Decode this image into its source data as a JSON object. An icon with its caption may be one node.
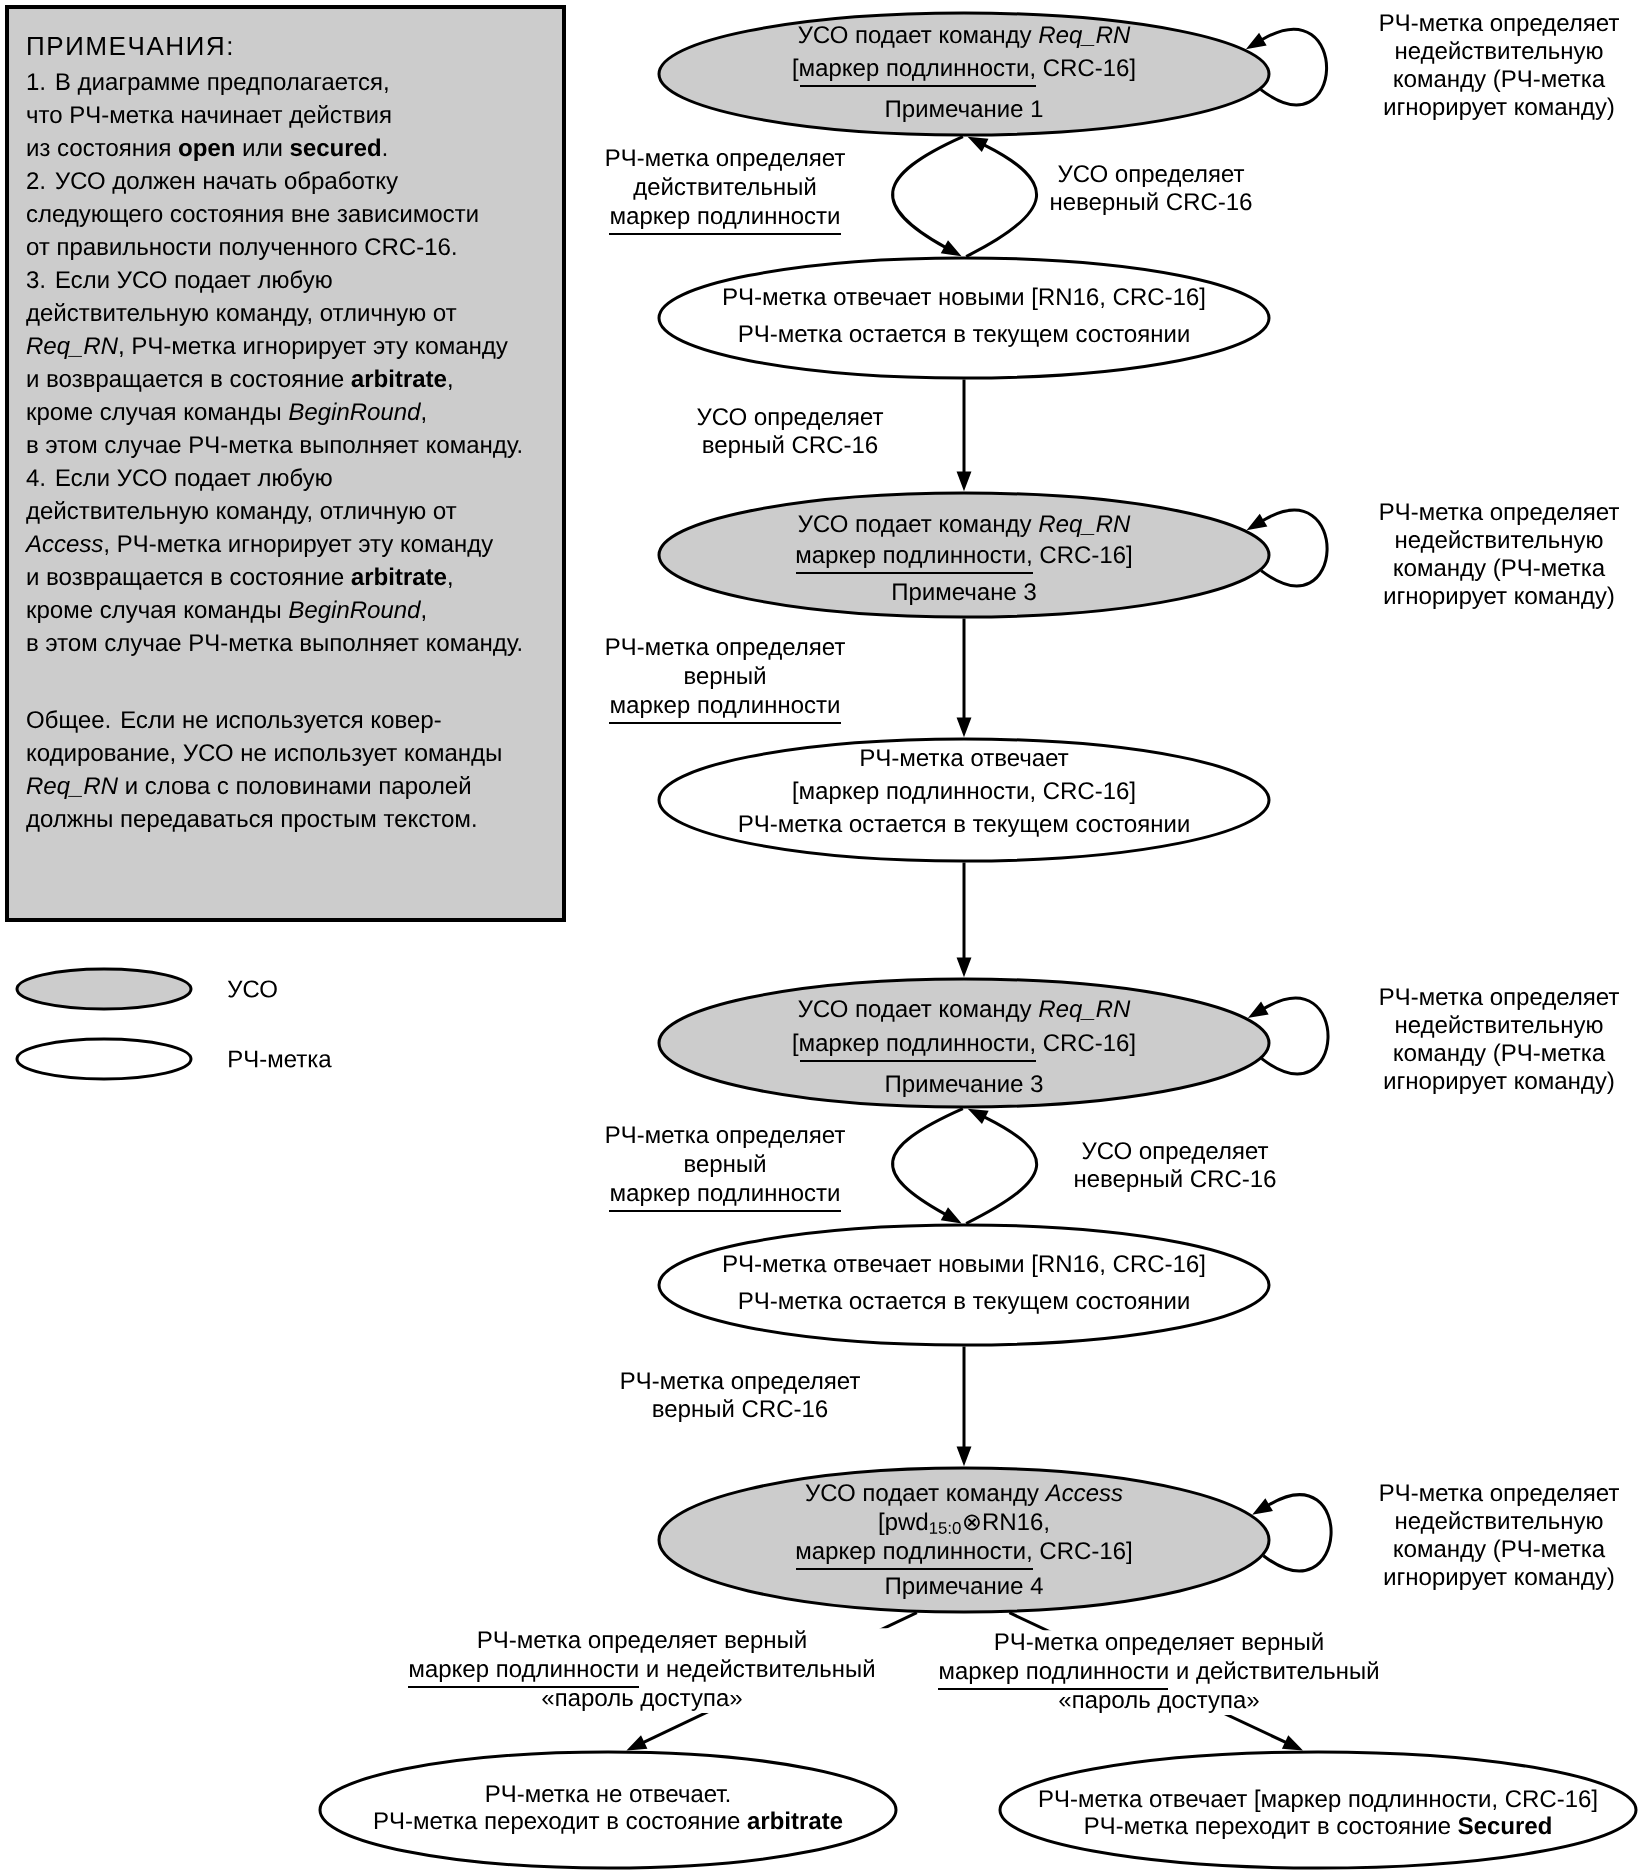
{
  "diagram": {
    "nodes": [
      {
        "text": [
          "ПРИМЕЧАНИЯ:",
          "1. В диаграмме предполагается, что РЧ-метка начинает действия из состояния **open** или **secured**.",
          "2. УСО должен начать обработку следующего состояния вне зависимости от правильности полученного CRC-16.",
          "3. Если УСО подает любую действительную команду, отличную от *Req_RN*, РЧ-метка игнорирует эту команду и возвращается в состояние **arbitrate**, кроме случая команды *BeginRound*, в этом случае РЧ-метка выполняет команду.",
          "4. Если УСО подает любую действительную команду, отличную от *Access*, РЧ-метка игнорирует эту команду и возвращается в состояние **arbitrate**, кроме случая команды *BeginRound*, в этом случае РЧ-метка выполняет команду.",
          "Общее. Если не используется ковер-кодирование, УСО не использует команды *Req_RN* и слова с половинами паролей должны передаваться простым текстом."
        ]
      },
      {
        "text": [
          "УСО подает команду *Req_RN* [маркер подлинности, CRC-16]",
          "Примечание 1"
        ]
      },
      {
        "text": [
          "РЧ-метка отвечает новыми [RN16, CRC-16]",
          "РЧ-метка остается в текущем состоянии"
        ]
      },
      {
        "text": [
          "УСО подает команду *Req_RN* маркер подлинности, CRC-16]",
          "Примечане 3"
        ]
      },
      {
        "text": [
          "РЧ-метка отвечает [маркер подлинности, CRC-16]",
          "РЧ-метка остается в текущем состоянии"
        ]
      },
      {
        "text": [
          "УСО подает команду *Req_RN* [маркер подлинности, CRC-16]",
          "Примечание 3"
        ]
      },
      {
        "text": [
          "РЧ-метка отвечает новыми [RN16, CRC-16]",
          "РЧ-метка остается в текущем состоянии"
        ]
      },
      {
        "text": [
          "УСО подает команду *Access* [pwd$_{15:0}$⊗RN16, маркер подлинности, CRC-16]",
          "Примечание 4"
        ]
      },
      {
        "text": [
          "РЧ-метка не отвечает.",
          "РЧ-метка переходит в состояние **arbitrate**"
        ]
      },
      {
        "text": [
          "РЧ-метка отвечает [маркер подлинности, CRC-16]",
          "РЧ-метка переходит в состояние **Secured**"
        ]
      }
    ],
    "edges": [
      {
        "from": 1,
        "to": 1,
        "arrow": "to",
        "label": "РЧ-метка определяет недействительную команду (РЧ-метка игнорирует команду)"
      },
      {
        "from": 1,
        "to": 2,
        "arrow": "to",
        "label": "РЧ-метка определяет действительный маркер подлинности"
      },
      {
        "from": 2,
        "to": 1,
        "arrow": "to",
        "label": "УСО определяет неверный CRC-16"
      },
      {
        "from": 2,
        "to": 3,
        "arrow": "to",
        "label": "УСО определяет верный CRC-16"
      },
      {
        "from": 3,
        "to": 3,
        "arrow": "to",
        "label": "РЧ-метка определяет недействительную команду (РЧ-метка игнорирует команду)"
      },
      {
        "from": 3,
        "to": 4,
        "arrow": "to",
        "label": "РЧ-метка определяет верный маркер подлинности"
      },
      {
        "from": 4,
        "to": 5,
        "arrow": "to"
      },
      {
        "from": 5,
        "to": 5,
        "arrow": "to",
        "label": "РЧ-метка определяет недействительную команду (РЧ-метка игнорирует команду)"
      },
      {
        "from": 5,
        "to": 6,
        "arrow": "to",
        "label": "РЧ-метка определяет верный маркер подлинности"
      },
      {
        "from": 6,
        "to": 5,
        "arrow": "to",
        "label": "УСО определяет неверный CRC-16"
      },
      {
        "from": 6,
        "to": 7,
        "arrow": "to",
        "label": "РЧ-метка определяет верный CRC-16"
      },
      {
        "from": 7,
        "to": 7,
        "arrow": "to",
        "label": "РЧ-метка определяет недействительную команду (РЧ-метка игнорирует команду)"
      },
      {
        "from": 7,
        "to": 8,
        "arrow": "to",
        "label": "РЧ-метка определяет верный маркер подлинности и недействительный «пароль доступа»"
      },
      {
        "from": 7,
        "to": 9,
        "arrow": "to",
        "label": "РЧ-метка определяет верный маркер подлинности и действительный «пароль доступа»"
      }
    ],
    "legend": [
      {
        "text": "УСО",
        "color": "#cccccc"
      },
      {
        "text": "РЧ-метка"
      }
    ]
  }
}
